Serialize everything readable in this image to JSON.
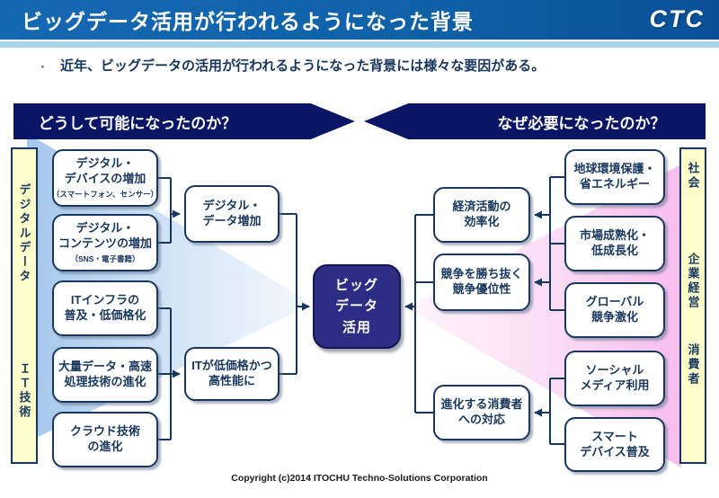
{
  "header": {
    "title": "ビッグデータ活用が行われるようになった背景",
    "logo": "CTC"
  },
  "intro": {
    "bullet": "・",
    "text": "近年、ビッグデータの活用が行われるようになった背景には様々な要因がある。"
  },
  "banners": {
    "left": "どうして可能になったのか？",
    "right": "なぜ必要になったのか？"
  },
  "sidebars": {
    "left": {
      "top": "デジタルデータ",
      "bottom": "ＩＴ技術"
    },
    "right": {
      "top": "社会",
      "middle": "企業経営",
      "bottom": "消費者"
    }
  },
  "nodes": {
    "left": [
      {
        "title": "デジタル・\nデバイスの増加",
        "note": "（スマートフォン、センサー）"
      },
      {
        "title": "デジタル・\nコンテンツの増加",
        "note": "（SNS・電子書籍）"
      },
      {
        "title": "ITインフラの\n普及・低価格化"
      },
      {
        "title": "大量データ・高速\n処理技術の進化"
      },
      {
        "title": "クラウド技術\nの進化"
      }
    ],
    "mid": [
      {
        "title": "デジタル・\nデータ増加"
      },
      {
        "title": "ITが低価格かつ\n高性能に"
      }
    ],
    "center": {
      "title": "ビッグ\nデータ\n活用"
    },
    "right": [
      {
        "title": "経済活動の\n効率化"
      },
      {
        "title": "競争を勝ち抜く\n競争優位性"
      },
      {
        "title": "進化する消費者\nへの対応"
      }
    ],
    "far_right": [
      {
        "title": "地球環境保護・\n省エネルギー"
      },
      {
        "title": "市場成熟化・\n低成長化"
      },
      {
        "title": "グローバル\n競争激化"
      },
      {
        "title": "ソーシャル\nメディア利用"
      },
      {
        "title": "スマート\nデバイス普及"
      }
    ]
  },
  "footer": {
    "copyright": "Copyright (c)2014 ITOCHU Techno-Solutions Corporation"
  },
  "colors": {
    "header_blue": "#0F62A8",
    "accent_strip": "#A9D4EA",
    "banner_navy": "#0A1566",
    "node_border": "#17375E",
    "center_fill": "#2D2D86",
    "sidebar_yellow": "#FFFFCC",
    "wedge_blue": "#A8CBEC",
    "wedge_pink": "#F8C4EF"
  }
}
